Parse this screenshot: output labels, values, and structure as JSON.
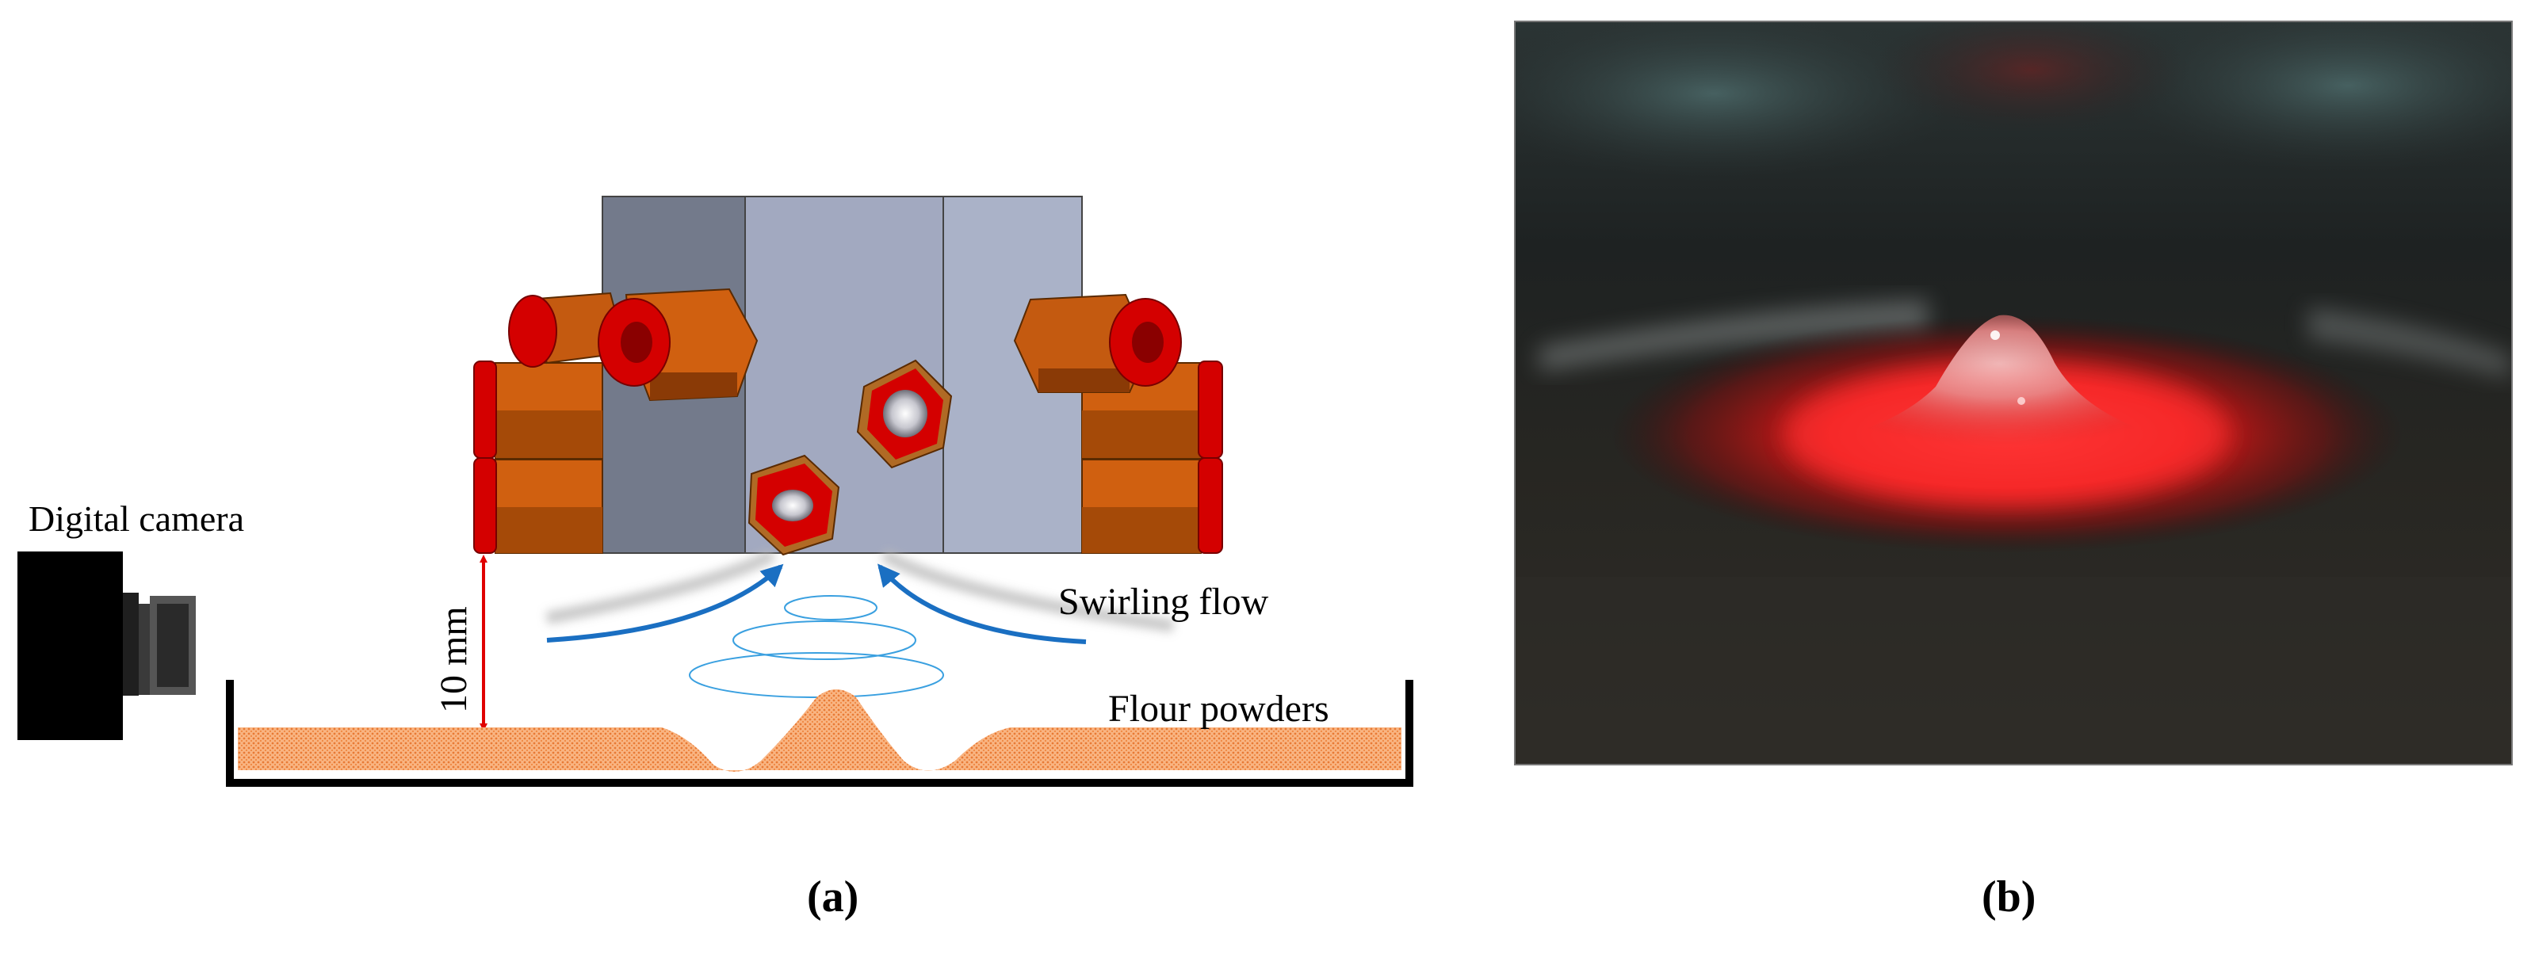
{
  "panel_a": {
    "camera_label": "Digital camera",
    "gap_label": "10 mm",
    "flow_label": "Swirling flow",
    "powder_label": "Flour powders",
    "caption": "(a)"
  },
  "panel_b": {
    "caption": "(b)"
  },
  "colors": {
    "block_dark": "#737a8b",
    "block_mid": "#a2a9c0",
    "block_light": "#aab2c8",
    "fitting_orange": "#d46010",
    "fitting_red": "#d40000",
    "flow_blue": "#1a6fc2",
    "powder": "#f5a066",
    "arrow_red": "#e00000",
    "photo_red": "#ff2020"
  }
}
